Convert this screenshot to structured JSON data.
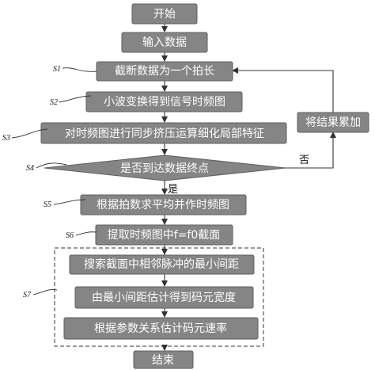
{
  "colors": {
    "box_fill": "#858585",
    "box_stroke": "#5f5f5f",
    "box_text": "#ffffff",
    "line": "#333333"
  },
  "nodes": {
    "start": "开始",
    "input": "输入数据",
    "s1": "截断数据为一个拍长",
    "s2": "小波变换得到信号时频图",
    "s3": "对时频图进行同步挤压运算细化局部特征",
    "s4": "是否到达数据终点",
    "accumulate": "将结果累加",
    "s5": "根据拍数求平均并作时频图",
    "s6": "提取时频图中f=f0截面",
    "s7a": "搜索截面中相邻脉冲的最小间距",
    "s7b": "由最小间距估计得到码元宽度",
    "s7c": "根据参数关系估计码元速率",
    "end": "结束"
  },
  "step_labels": {
    "s1": "S1",
    "s2": "S2",
    "s3": "S3",
    "s4": "S4",
    "s5": "S5",
    "s6": "S6",
    "s7": "S7"
  },
  "branch_labels": {
    "yes": "是",
    "no": "否"
  }
}
